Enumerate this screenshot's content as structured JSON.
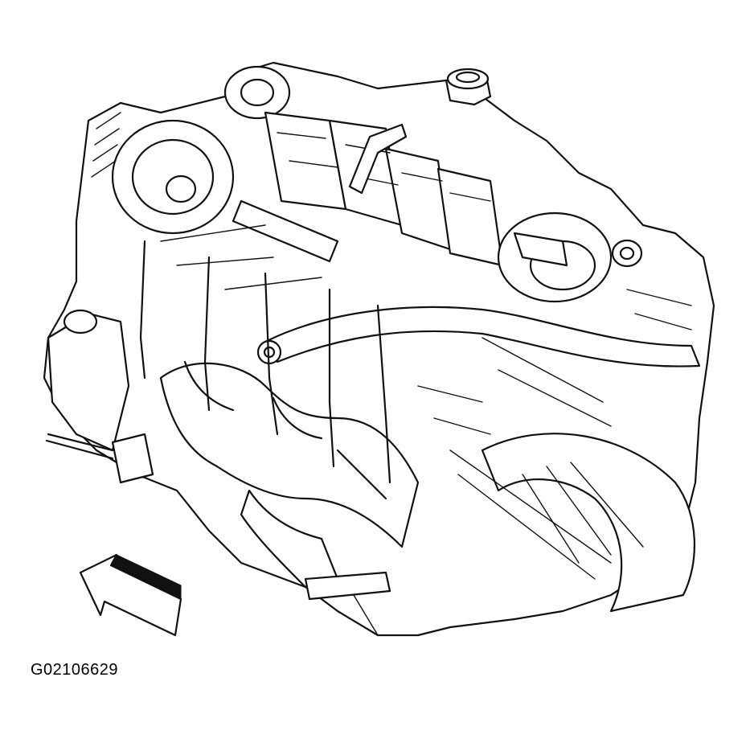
{
  "figure": {
    "caption": "G02106629",
    "subject": "engine-assembly-line-drawing",
    "direction_indicator": "arrow-pointing-front-left",
    "colors": {
      "line": "#111111",
      "background": "#ffffff"
    }
  }
}
